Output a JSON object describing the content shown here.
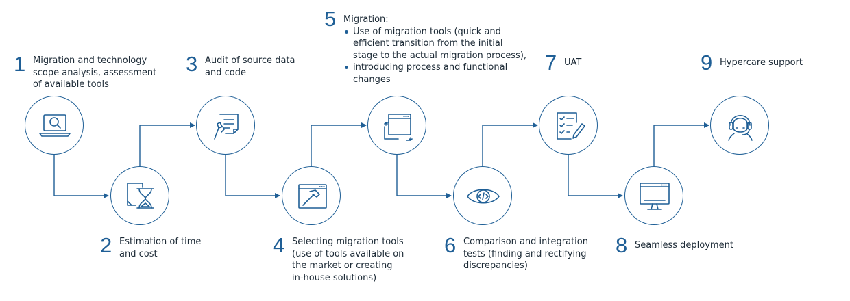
{
  "colors": {
    "accent": "#1f5f96",
    "text": "#1c2a36",
    "background": "#ffffff"
  },
  "steps": [
    {
      "number": "1",
      "lines": [
        "Migration and technology",
        "scope analysis, assessment",
        "of available tools"
      ],
      "icon": "laptop-search-icon"
    },
    {
      "number": "2",
      "lines": [
        "Estimation of time",
        "and cost"
      ],
      "icon": "document-hourglass-icon"
    },
    {
      "number": "3",
      "lines": [
        "Audit of source data",
        "and code"
      ],
      "icon": "hand-document-icon"
    },
    {
      "number": "4",
      "lines": [
        "Selecting migration tools",
        "(use of tools available on",
        "the market or creating",
        "in-house solutions)"
      ],
      "icon": "browser-hammer-icon"
    },
    {
      "number": "5",
      "title": "Migration:",
      "bullets": [
        [
          "Use of migration tools (quick and",
          "efficient transition from the initial",
          "stage to the actual migration process),"
        ],
        [
          "introducing process and functional",
          "changes"
        ]
      ],
      "icon": "browser-sync-icon"
    },
    {
      "number": "6",
      "lines": [
        "Comparison and integration",
        "tests (finding and rectifying",
        "discrepancies)"
      ],
      "icon": "eye-code-icon"
    },
    {
      "number": "7",
      "lines": [
        "UAT"
      ],
      "icon": "checklist-pencil-icon"
    },
    {
      "number": "8",
      "lines": [
        "Seamless deployment"
      ],
      "icon": "monitor-icon"
    },
    {
      "number": "9",
      "lines": [
        "Hypercare support"
      ],
      "icon": "headset-icon"
    }
  ]
}
